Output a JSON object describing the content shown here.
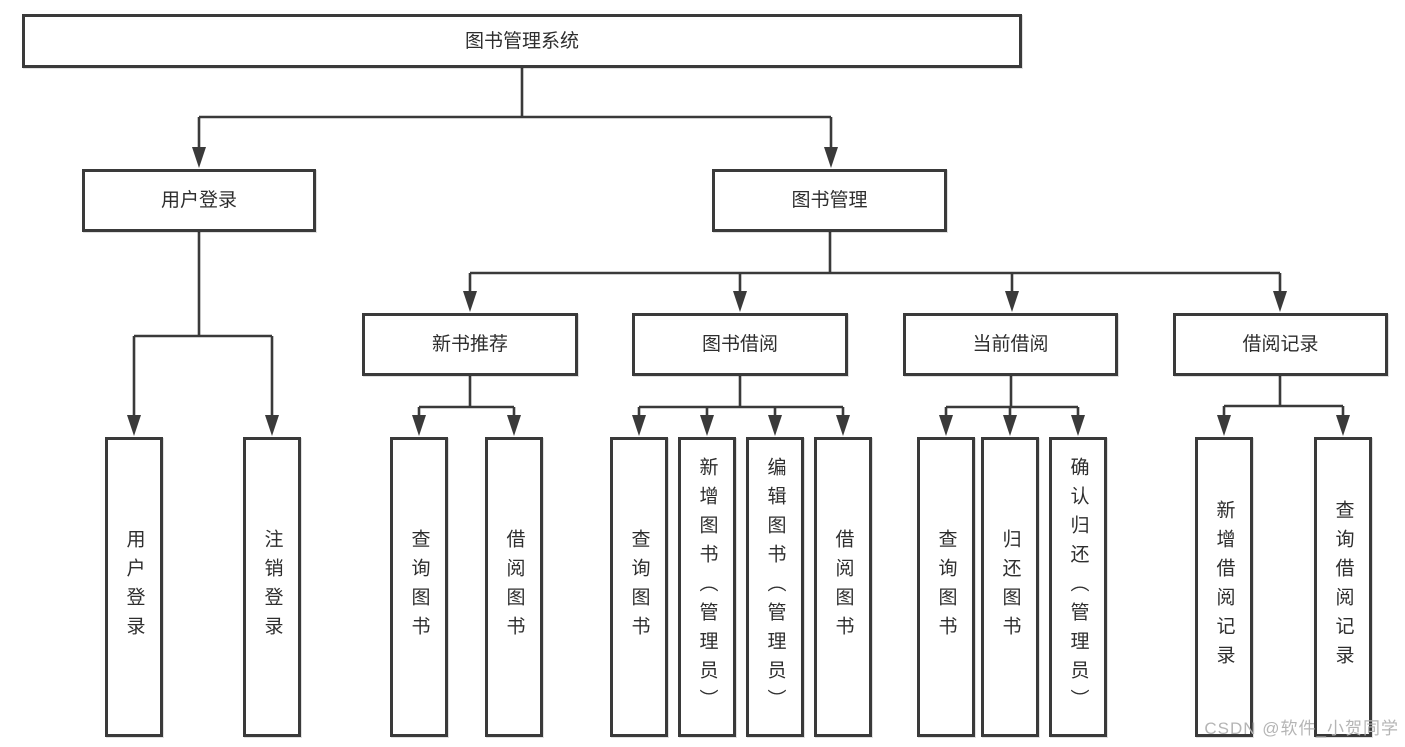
{
  "diagram": {
    "type": "hierarchy-tree",
    "line_color": "#3a3a3a",
    "box_border_color": "#3a3a3a",
    "text_color": "#2e2e2e",
    "root": {
      "label": "图书管理系统"
    },
    "level2": [
      {
        "id": "user-login",
        "label": "用户登录",
        "parent": "图书管理系统"
      },
      {
        "id": "book-management",
        "label": "图书管理",
        "parent": "图书管理系统"
      }
    ],
    "level3": [
      {
        "id": "new-book-recommend",
        "label": "新书推荐",
        "parent": "图书管理"
      },
      {
        "id": "book-borrow",
        "label": "图书借阅",
        "parent": "图书管理"
      },
      {
        "id": "current-borrow",
        "label": "当前借阅",
        "parent": "图书管理"
      },
      {
        "id": "borrow-records",
        "label": "借阅记录",
        "parent": "图书管理"
      }
    ],
    "leaves": [
      {
        "label": "用户登录",
        "parent": "用户登录"
      },
      {
        "label": "注销登录",
        "parent": "用户登录"
      },
      {
        "label": "查询图书",
        "parent": "新书推荐"
      },
      {
        "label": "借阅图书",
        "parent": "新书推荐"
      },
      {
        "label": "查询图书",
        "parent": "图书借阅"
      },
      {
        "label": "新增图书（管理员）",
        "parent": "图书借阅"
      },
      {
        "label": "编辑图书（管理员）",
        "parent": "图书借阅"
      },
      {
        "label": "借阅图书",
        "parent": "图书借阅"
      },
      {
        "label": "查询图书",
        "parent": "当前借阅"
      },
      {
        "label": "归还图书",
        "parent": "当前借阅"
      },
      {
        "label": "确认归还（管理员）",
        "parent": "当前借阅"
      },
      {
        "label": "新增借阅记录",
        "parent": "借阅记录"
      },
      {
        "label": "查询借阅记录",
        "parent": "借阅记录"
      }
    ]
  },
  "watermark": {
    "text": "CSDN @软件_小贺同学",
    "color": "#b5b5b5"
  }
}
